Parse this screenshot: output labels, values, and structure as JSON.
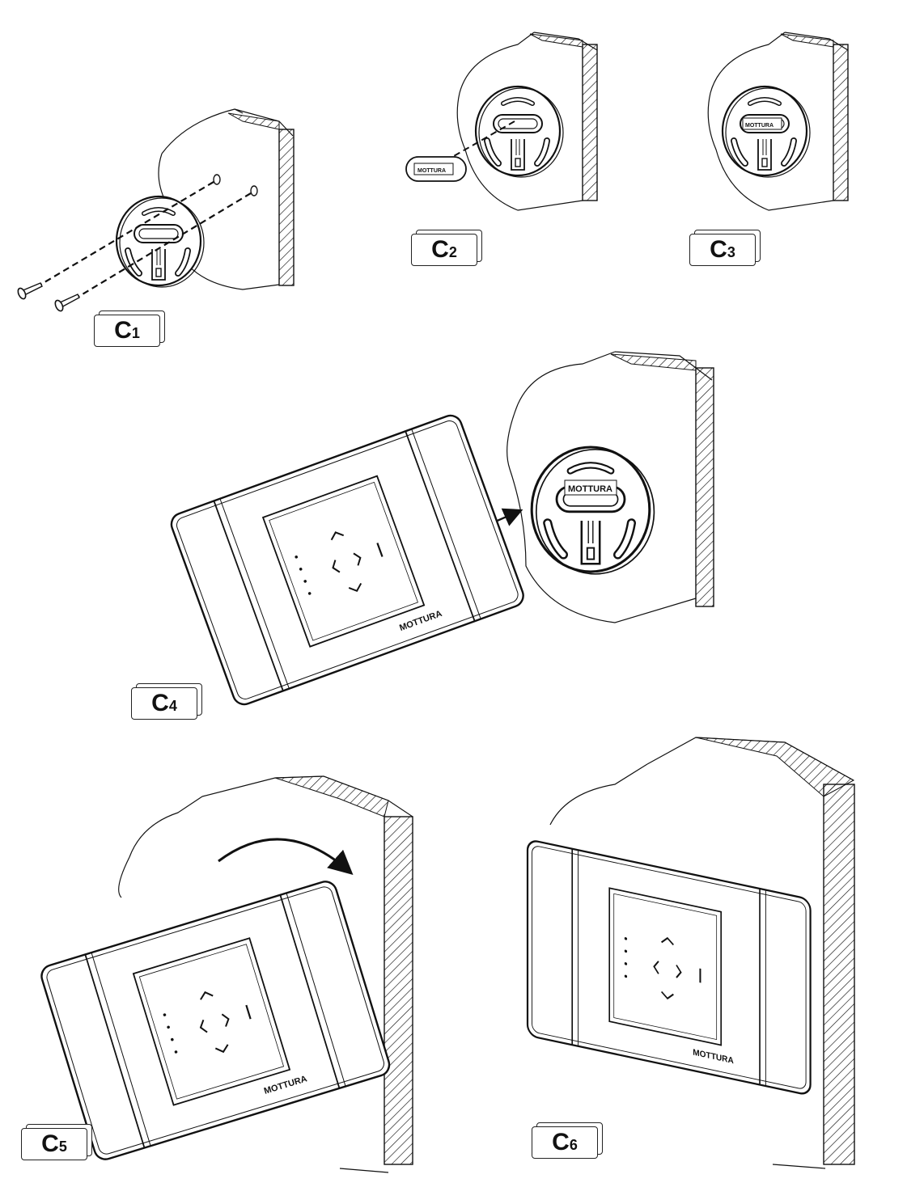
{
  "steps": [
    {
      "letter": "C",
      "number": "1"
    },
    {
      "letter": "C",
      "number": "2"
    },
    {
      "letter": "C",
      "number": "3"
    },
    {
      "letter": "C",
      "number": "4"
    },
    {
      "letter": "C",
      "number": "5"
    },
    {
      "letter": "C",
      "number": "6"
    }
  ],
  "brand": "MOTTURA",
  "colors": {
    "ink": "#111111",
    "paper": "#ffffff"
  }
}
